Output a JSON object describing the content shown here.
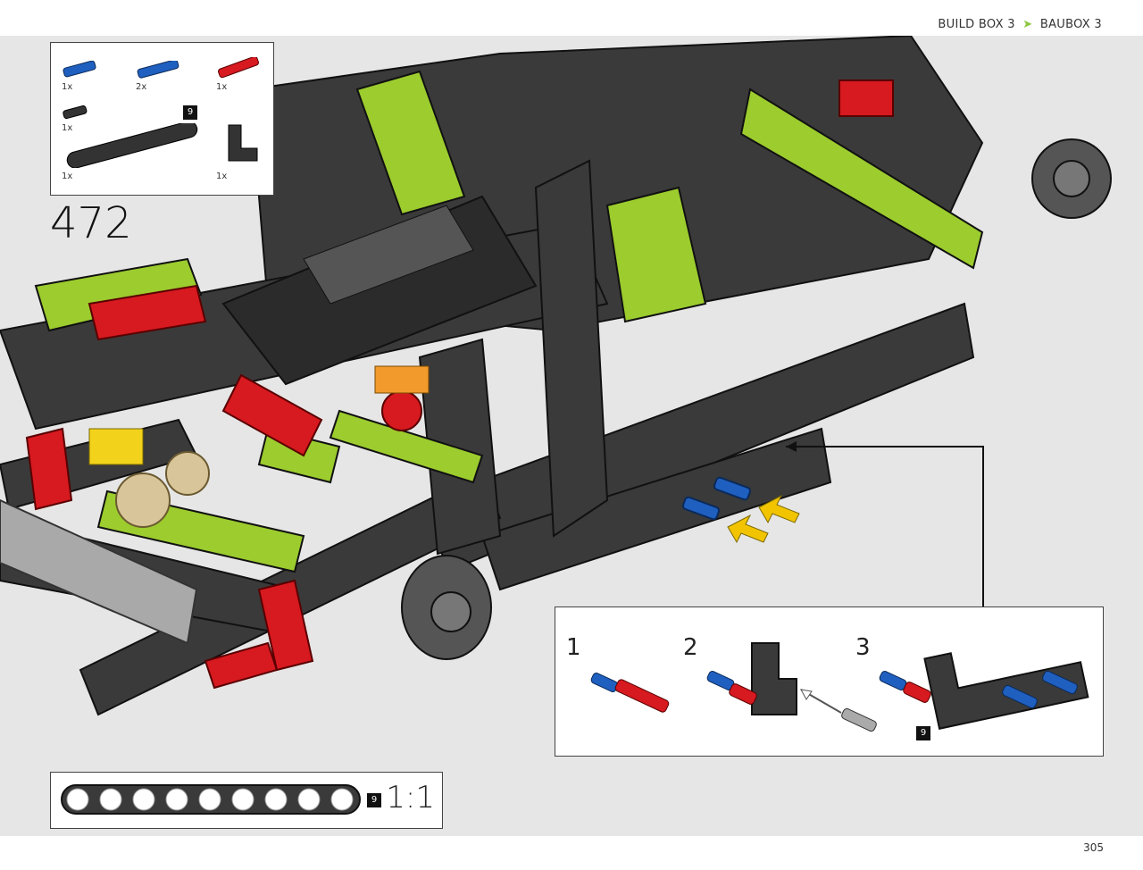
{
  "header": {
    "left": "BUILD BOX 3",
    "separator": "➤",
    "right": "BAUBOX 3"
  },
  "page_number": "305",
  "step_number": "472",
  "parts": [
    {
      "qty": "1x",
      "icon": "blue-axle-pin-icon"
    },
    {
      "qty": "2x",
      "icon": "blue-long-pin-icon"
    },
    {
      "qty": "1x",
      "icon": "red-axle-pin-icon"
    },
    {
      "qty": "1x",
      "icon": "black-pin-icon"
    },
    {
      "qty": "1x",
      "icon": "black-beam-9-icon",
      "badge": "9"
    },
    {
      "qty": "1x",
      "icon": "black-angle-beam-icon"
    }
  ],
  "substeps": [
    {
      "label": "1"
    },
    {
      "label": "2"
    },
    {
      "label": "3",
      "badge": "9"
    }
  ],
  "scale": {
    "badge": "9",
    "ratio": "1:1"
  },
  "colors": {
    "accent": "#8dc63f",
    "lime": "#9ccc2e",
    "red": "#d71920",
    "blue": "#1f5fbf",
    "dark": "#3a3a3a",
    "stage": "#e6e6e6"
  }
}
